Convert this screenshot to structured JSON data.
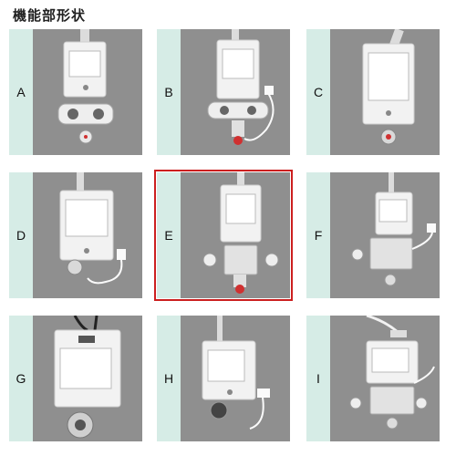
{
  "page": {
    "title": "機能部形状"
  },
  "options": [
    {
      "id": "A",
      "label": "A"
    },
    {
      "id": "B",
      "label": "B"
    },
    {
      "id": "C",
      "label": "C"
    },
    {
      "id": "D",
      "label": "D"
    },
    {
      "id": "E",
      "label": "E",
      "selected": true
    },
    {
      "id": "F",
      "label": "F"
    },
    {
      "id": "G",
      "label": "G"
    },
    {
      "id": "H",
      "label": "H"
    },
    {
      "id": "I",
      "label": "I"
    }
  ],
  "colors": {
    "selection_border": "#cc1f1f",
    "label_strip": "#d6ece6",
    "photo_bg": "#8f8f8f"
  }
}
